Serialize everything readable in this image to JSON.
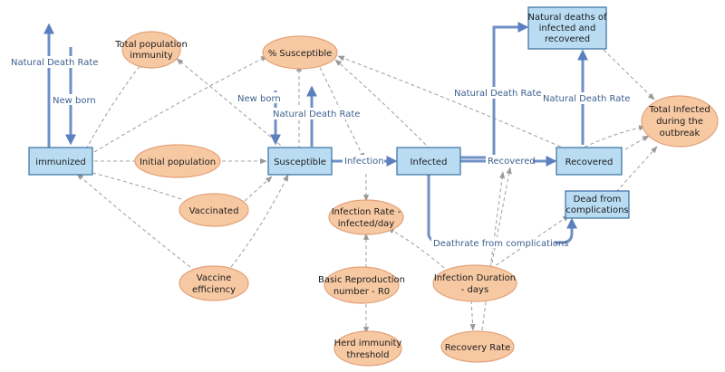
{
  "diagram": {
    "stocks": {
      "immunized": "immunized",
      "susceptible": "Susceptible",
      "infected": "Infected",
      "recovered": "Recovered",
      "natural_deaths": [
        "Natural deaths of",
        "infected and",
        "recovered"
      ],
      "dead_complications": [
        "Dead from",
        "complications"
      ]
    },
    "variables": {
      "total_population_immunity": [
        "Total population",
        "immunity"
      ],
      "pct_susceptible": "% Susceptible",
      "initial_population": "Initial population",
      "vaccinated": "Vaccinated",
      "vaccine_efficiency": [
        "Vaccine",
        "efficiency"
      ],
      "infection_rate": [
        "Infection Rate -",
        "infected/day"
      ],
      "basic_reproduction_number": [
        "Basic Reproduction",
        "number - R0"
      ],
      "herd_immunity_threshold": [
        "Herd immunity",
        "threshold"
      ],
      "infection_duration": [
        "Infection Duration",
        "- days"
      ],
      "recovery_rate": "Recovery Rate",
      "total_infected": [
        "Total Infected",
        "during the",
        "outbreak"
      ]
    },
    "flows": {
      "immunized_natural_death": "Natural Death Rate",
      "immunized_new_born": "New born",
      "susceptible_new_born": "New born",
      "susceptible_natural_death": "Natural Death Rate",
      "infected_natural_death": "Natural Death Rate",
      "recovered_natural_death": "Natural Death Rate",
      "infection": "Infection",
      "recovered": "Recovered",
      "deathrate_complications": "Deathrate from complications"
    }
  }
}
